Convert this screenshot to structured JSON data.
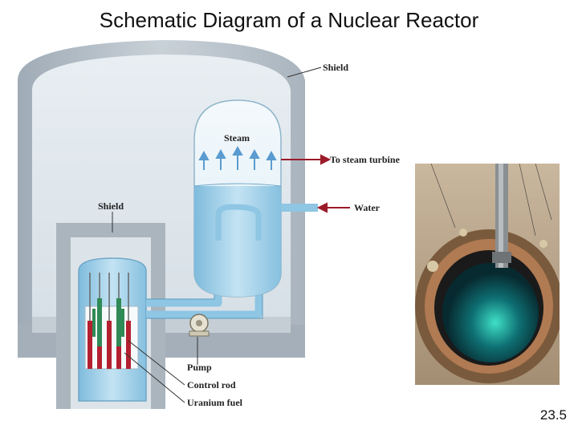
{
  "title": "Schematic Diagram of a Nuclear Reactor",
  "labels": {
    "shield_outer": "Shield",
    "steam": "Steam",
    "to_steam_turbine": "To steam turbine",
    "water": "Water",
    "shield_inner": "Shield",
    "pump": "Pump",
    "control_rod": "Control rod",
    "uranium_fuel": "Uranium fuel"
  },
  "page_number": "23.5",
  "colors": {
    "shield_gray": "#b9c3cc",
    "water_blue": "#a7d3ea",
    "arrow_red": "#9b1b2a",
    "control_rod_red": "#b3202f",
    "fuel_green": "#2f8a55"
  }
}
